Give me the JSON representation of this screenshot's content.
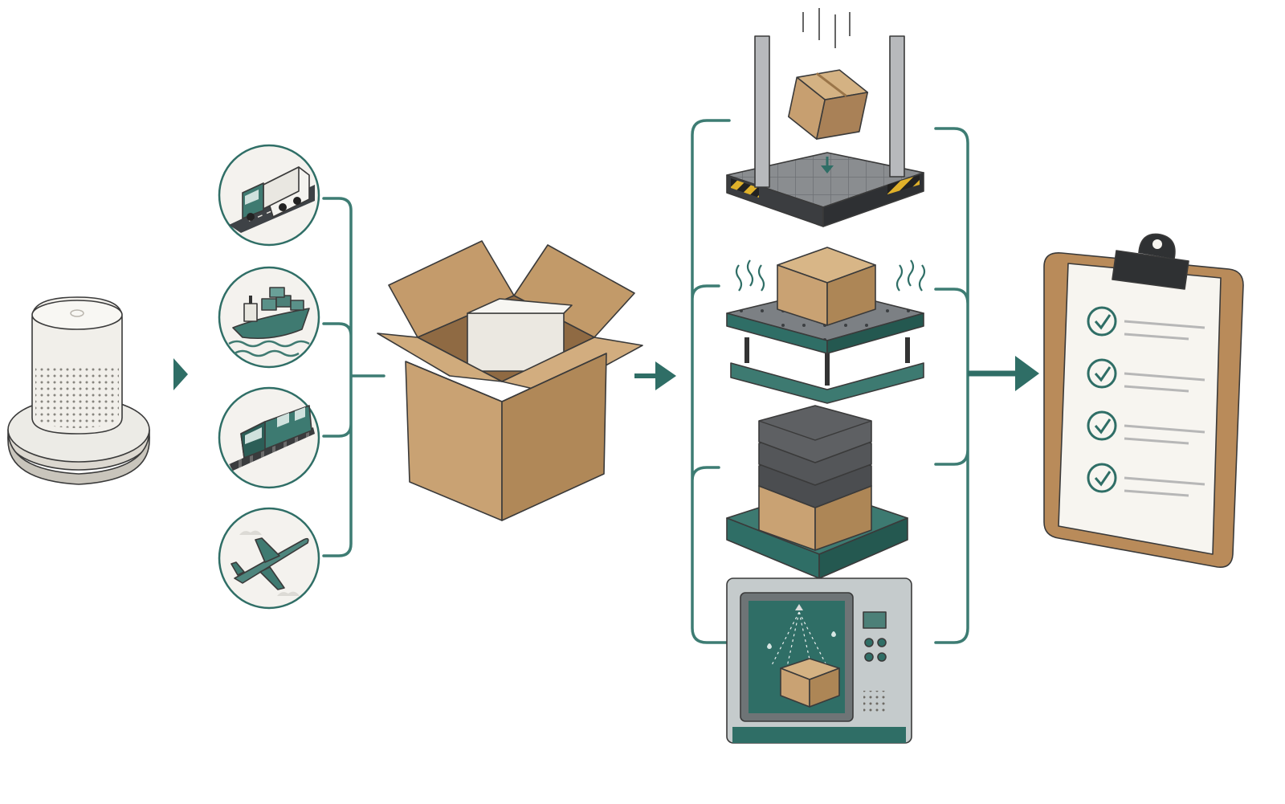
{
  "colors": {
    "accent": "#2f6e66",
    "cardboard": "#c9a273",
    "cardboard_dark": "#a98157",
    "device": "#eeebe4",
    "steel": "#4a4d50",
    "background": "#ffffff"
  },
  "stages": [
    {
      "name": "device",
      "icon": "smart-speaker-icon"
    },
    {
      "name": "transport-modes",
      "icons": [
        "truck-icon",
        "cargo-ship-icon",
        "train-icon",
        "airplane-icon"
      ]
    },
    {
      "name": "package",
      "icon": "open-cardboard-box-icon"
    },
    {
      "name": "tests",
      "icons": [
        "drop-test-icon",
        "vibration-test-icon",
        "compression-test-icon",
        "climate-chamber-icon"
      ]
    },
    {
      "name": "result",
      "icon": "checklist-clipboard-icon",
      "checked_items": 4
    }
  ]
}
